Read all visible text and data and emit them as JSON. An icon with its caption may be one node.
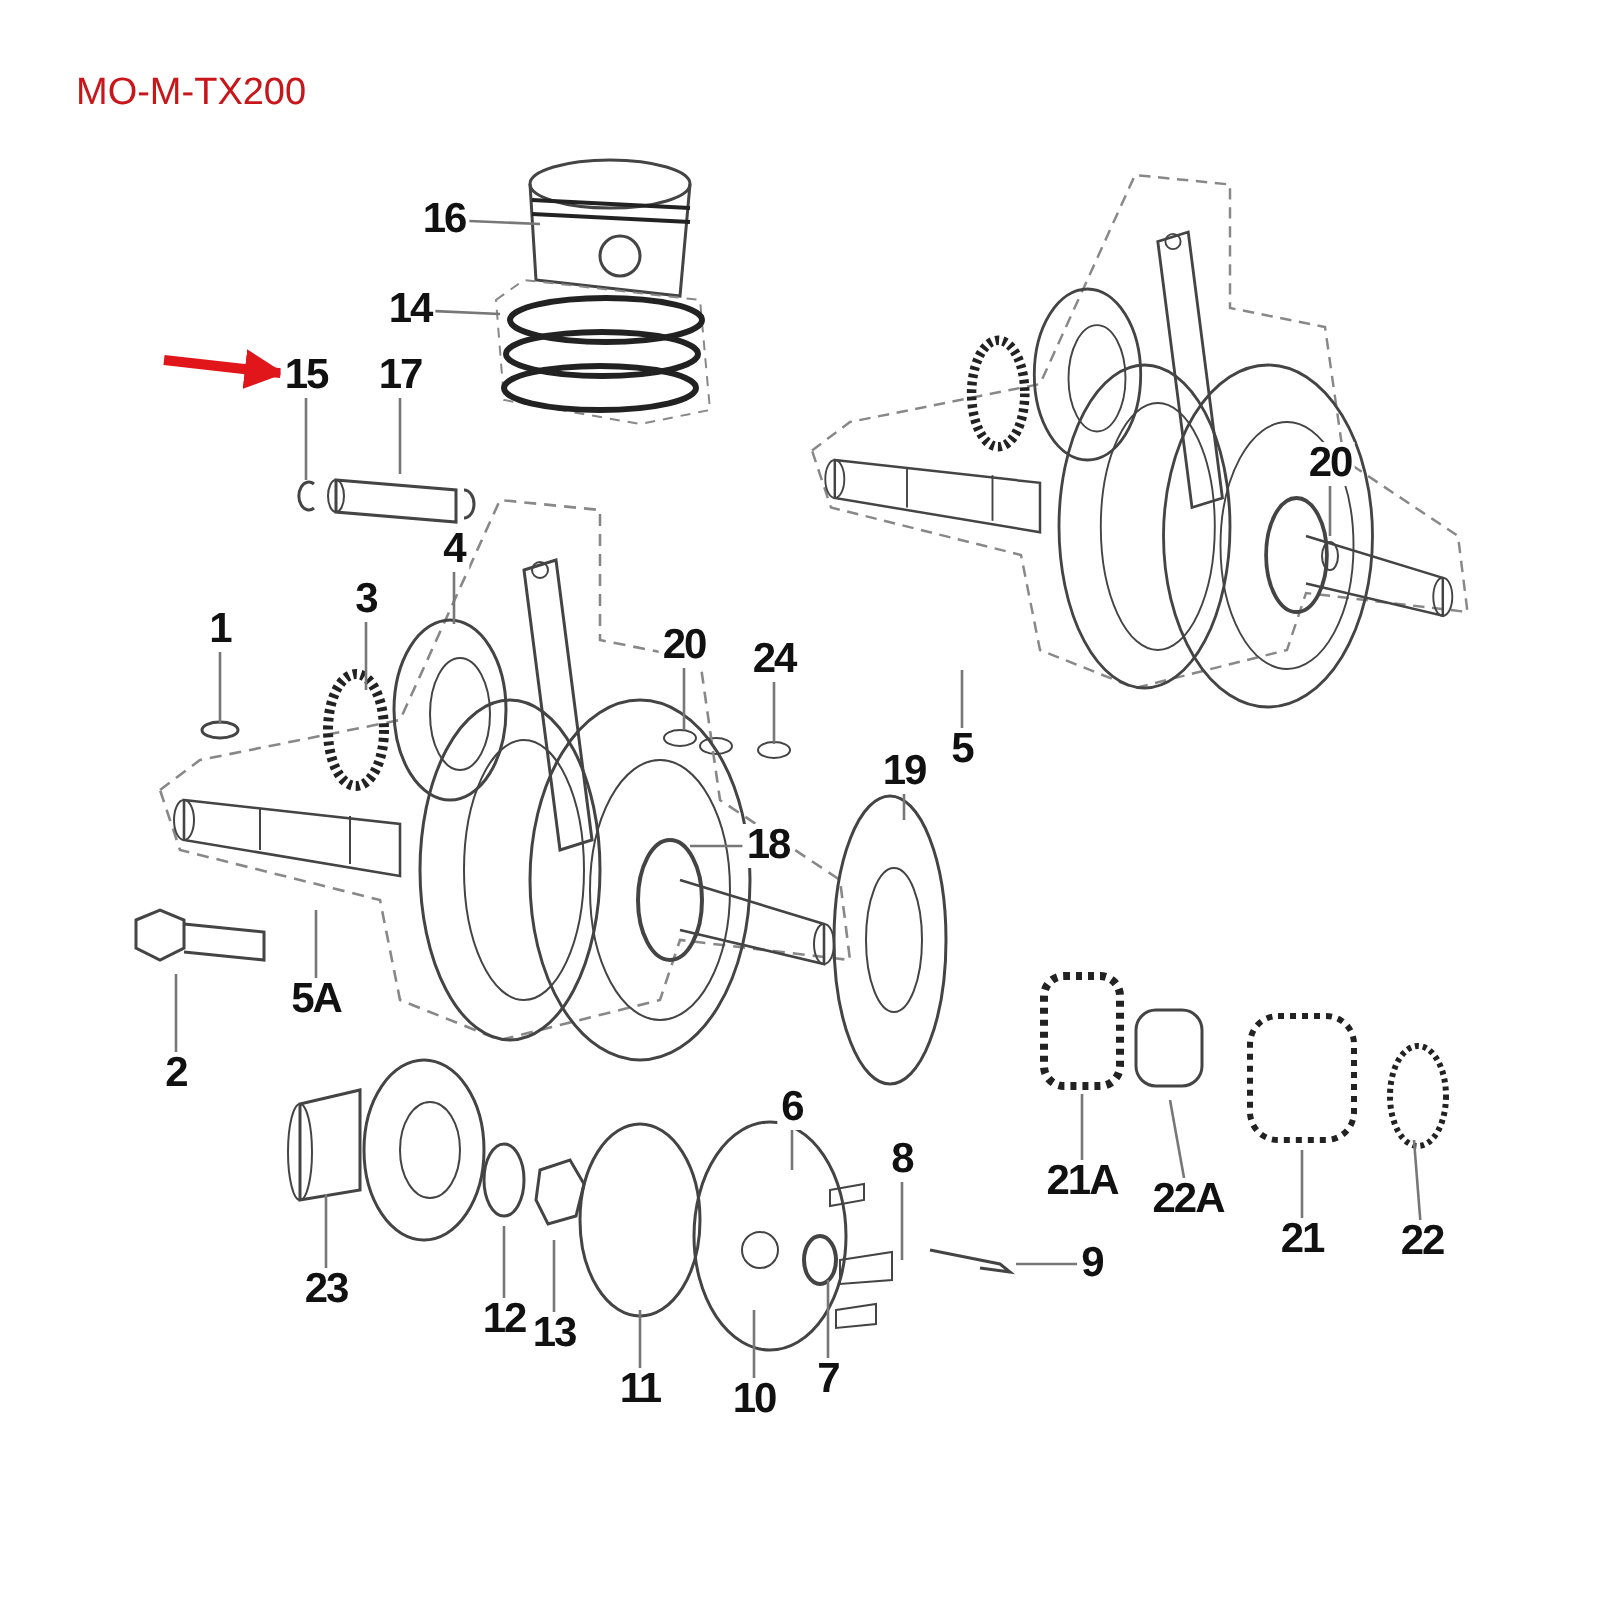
{
  "diagram": {
    "title": "MO-M-TX200",
    "nodes": [
      {
        "text": [
          "16"
        ]
      },
      {
        "text": [
          "14"
        ]
      },
      {
        "text": [
          "15"
        ]
      },
      {
        "text": [
          "17"
        ]
      },
      {
        "text": [
          "4"
        ]
      },
      {
        "text": [
          "3"
        ]
      },
      {
        "text": [
          "1"
        ]
      },
      {
        "text": [
          "20"
        ]
      },
      {
        "text": [
          "24"
        ]
      },
      {
        "text": [
          "20"
        ]
      },
      {
        "text": [
          "5"
        ]
      },
      {
        "text": [
          "19"
        ]
      },
      {
        "text": [
          "18"
        ]
      },
      {
        "text": [
          "5A"
        ]
      },
      {
        "text": [
          "2"
        ]
      },
      {
        "text": [
          "6"
        ]
      },
      {
        "text": [
          "8"
        ]
      },
      {
        "text": [
          "9"
        ]
      },
      {
        "text": [
          "21A"
        ]
      },
      {
        "text": [
          "22A"
        ]
      },
      {
        "text": [
          "21"
        ]
      },
      {
        "text": [
          "22"
        ]
      },
      {
        "text": [
          "23"
        ]
      },
      {
        "text": [
          "12"
        ]
      },
      {
        "text": [
          "13"
        ]
      },
      {
        "text": [
          "11"
        ]
      },
      {
        "text": [
          "10"
        ]
      },
      {
        "text": [
          "7"
        ]
      }
    ],
    "edges": [
      {
        "from": 0,
        "to": null,
        "arrow": "none"
      },
      {
        "from": 1,
        "to": null,
        "arrow": "none"
      },
      {
        "from": 2,
        "to": null,
        "arrow": "none"
      },
      {
        "from": 3,
        "to": null,
        "arrow": "none"
      },
      {
        "from": 4,
        "to": null,
        "arrow": "none"
      },
      {
        "from": 5,
        "to": null,
        "arrow": "none"
      },
      {
        "from": 6,
        "to": null,
        "arrow": "none"
      },
      {
        "from": 7,
        "to": null,
        "arrow": "none"
      },
      {
        "from": 8,
        "to": null,
        "arrow": "none"
      },
      {
        "from": 9,
        "to": null,
        "arrow": "none"
      },
      {
        "from": 10,
        "to": null,
        "arrow": "none"
      },
      {
        "from": 11,
        "to": null,
        "arrow": "none"
      },
      {
        "from": 12,
        "to": null,
        "arrow": "none"
      },
      {
        "from": 13,
        "to": null,
        "arrow": "none"
      },
      {
        "from": 14,
        "to": null,
        "arrow": "none"
      },
      {
        "from": 15,
        "to": null,
        "arrow": "none"
      },
      {
        "from": 16,
        "to": null,
        "arrow": "none"
      },
      {
        "from": 17,
        "to": null,
        "arrow": "none"
      },
      {
        "from": 18,
        "to": null,
        "arrow": "none"
      },
      {
        "from": 19,
        "to": null,
        "arrow": "none"
      },
      {
        "from": 20,
        "to": null,
        "arrow": "none"
      },
      {
        "from": 21,
        "to": null,
        "arrow": "none"
      },
      {
        "from": 22,
        "to": null,
        "arrow": "none"
      },
      {
        "from": 23,
        "to": null,
        "arrow": "none"
      },
      {
        "from": 24,
        "to": null,
        "arrow": "none"
      },
      {
        "from": 25,
        "to": null,
        "arrow": "none"
      },
      {
        "from": 26,
        "to": null,
        "arrow": "none"
      },
      {
        "from": 27,
        "to": null,
        "arrow": "none"
      },
      {
        "from": null,
        "to": 2,
        "arrow": "to",
        "style": "thick",
        "color": "#e0161b"
      }
    ]
  }
}
